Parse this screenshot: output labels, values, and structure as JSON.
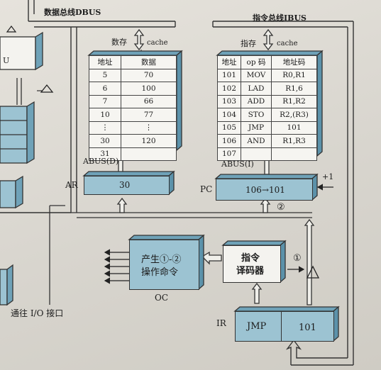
{
  "dbus_title": "数据总线DBUS",
  "ibus_title": "指令总线IBUS",
  "data_memory": {
    "top_left": "数存",
    "top_right": "cache",
    "headers": [
      "地址",
      "数据"
    ],
    "rows": [
      [
        "5",
        "70"
      ],
      [
        "6",
        "100"
      ],
      [
        "7",
        "66"
      ],
      [
        "10",
        "77"
      ],
      [
        "⋮",
        "⋮"
      ],
      [
        "30",
        "120"
      ],
      [
        "31",
        ""
      ]
    ],
    "abus": "ABUS(D)"
  },
  "instr_memory": {
    "top_left": "指存",
    "top_right": "cache",
    "headers": [
      "地址",
      "op 码",
      "地址码"
    ],
    "rows": [
      [
        "101",
        "MOV",
        "R0,R1"
      ],
      [
        "102",
        "LAD",
        "R1,6"
      ],
      [
        "103",
        "ADD",
        "R1,R2"
      ],
      [
        "104",
        "STO",
        "R2,(R3)"
      ],
      [
        "105",
        "JMP",
        "101"
      ],
      [
        "106",
        "AND",
        "R1,R3"
      ],
      [
        "107",
        "",
        ""
      ]
    ],
    "abus": "ABUS(I)"
  },
  "ar": {
    "label": "AR",
    "value": "30"
  },
  "pc": {
    "label": "PC",
    "value": "106→101",
    "inc": "+1"
  },
  "marker_1": "①",
  "marker_2": "②",
  "oc": {
    "text_line1": "产生①-②",
    "text_line2": "操作命令",
    "label": "OC"
  },
  "decoder": {
    "line1": "指令",
    "line2": "译码器"
  },
  "ir": {
    "label": "IR",
    "op": "JMP",
    "addr": "101"
  },
  "io_label": "通往 I/O 接口",
  "left_fragment": "U"
}
